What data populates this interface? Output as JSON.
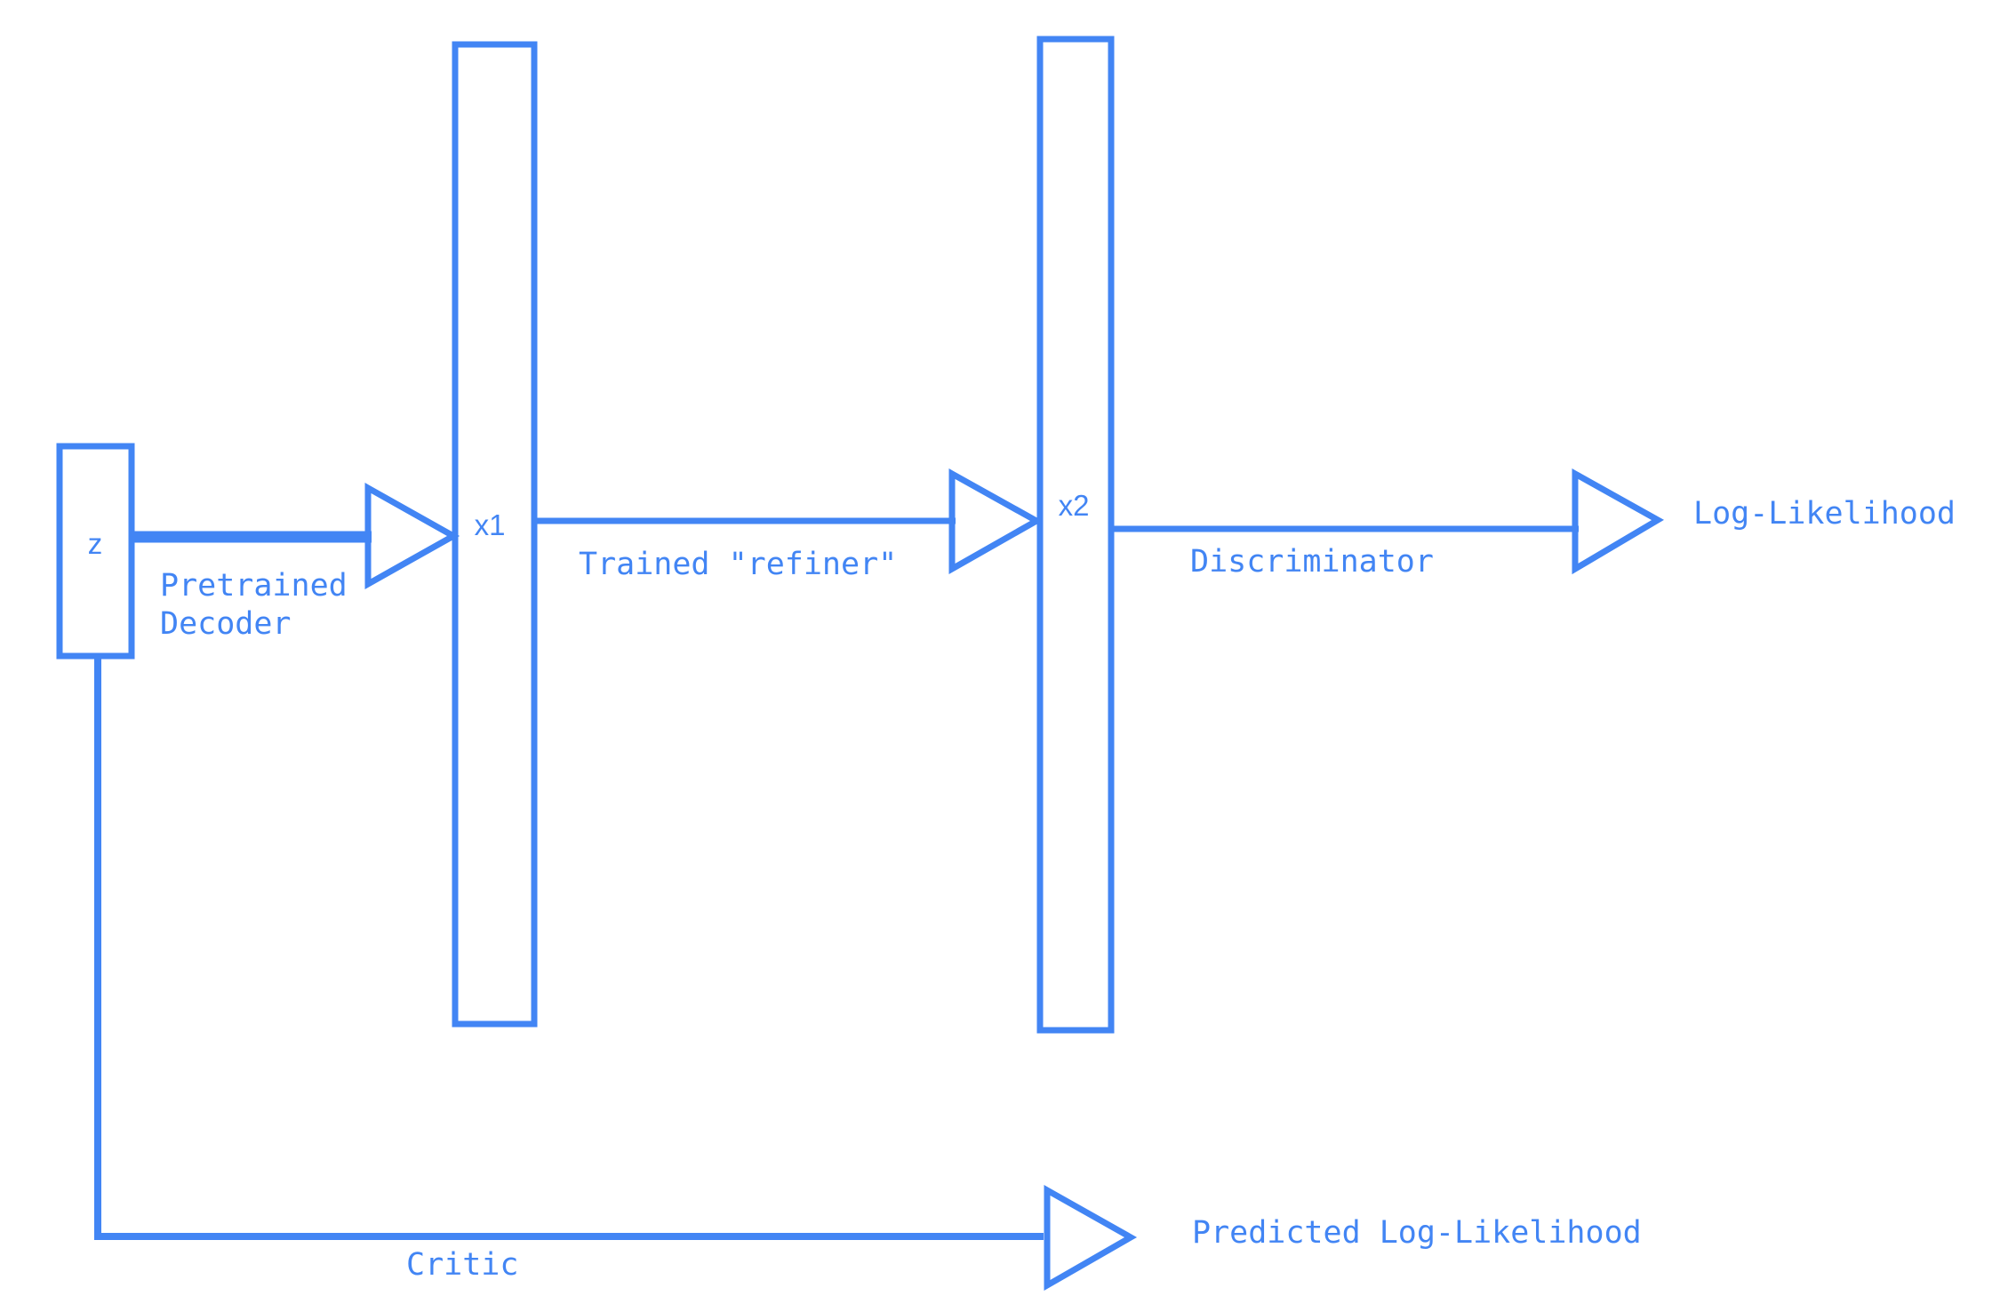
{
  "colors": {
    "stroke": "#4285f4",
    "text": "#4285f4",
    "background": "#ffffff"
  },
  "nodes": {
    "z": "z",
    "x1": "x1",
    "x2": "x2"
  },
  "edges": {
    "pretrained_decoder": [
      "Pretrained",
      "Decoder"
    ],
    "trained_refiner": "Trained \"refiner\"",
    "discriminator": "Discriminator",
    "critic": "Critic"
  },
  "outputs": {
    "log_likelihood": "Log-Likelihood",
    "predicted_log_likelihood": "Predicted Log-Likelihood"
  }
}
